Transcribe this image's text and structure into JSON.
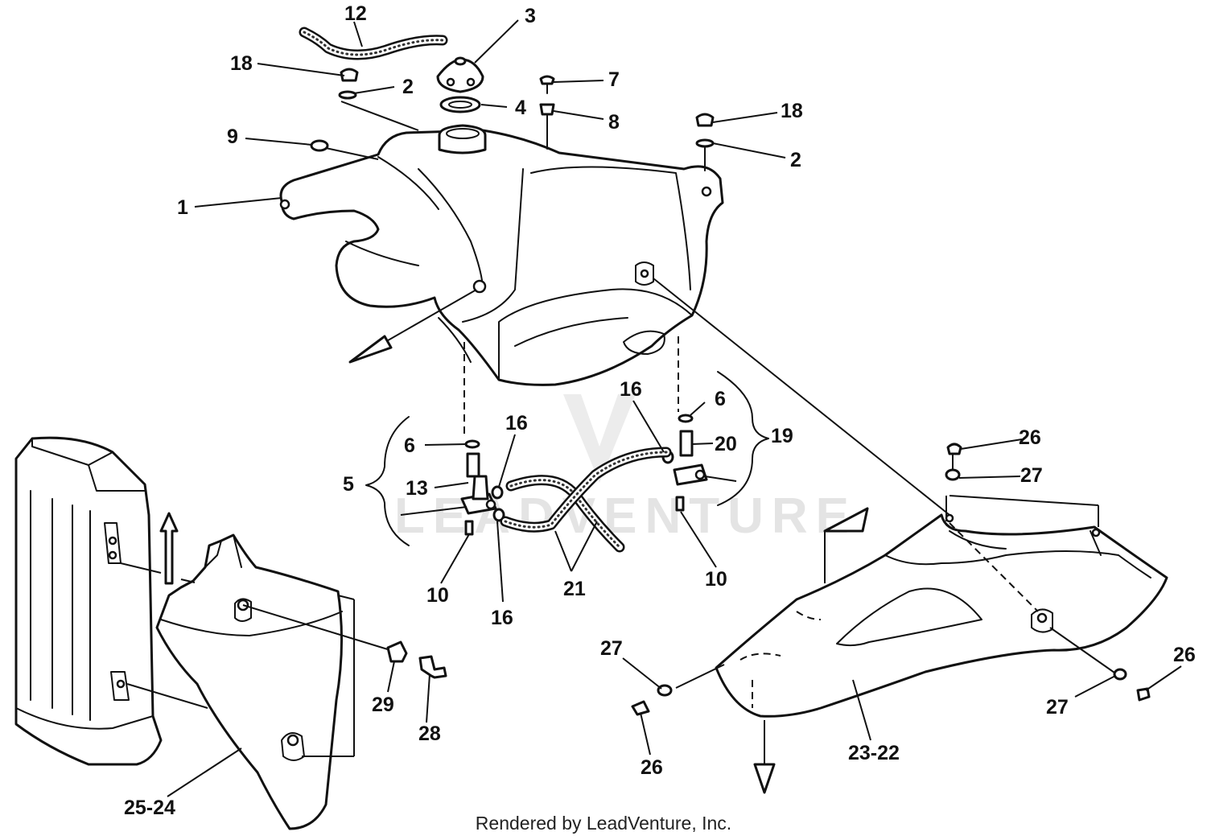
{
  "diagram": {
    "watermark": "LEADVENTURE",
    "footer": "Rendered by LeadVenture, Inc.",
    "callouts": {
      "c1": "1",
      "c2a": "2",
      "c2b": "2",
      "c3": "3",
      "c4": "4",
      "c5": "5",
      "c6a": "6",
      "c6b": "6",
      "c7": "7",
      "c8": "8",
      "c9": "9",
      "c10a": "10",
      "c10b": "10",
      "c12": "12",
      "c13": "13",
      "c16a": "16",
      "c16b": "16",
      "c16c": "16",
      "c18a": "18",
      "c18b": "18",
      "c19": "19",
      "c20": "20",
      "c21": "21",
      "c2322": "23-22",
      "c2524": "25-24",
      "c26a": "26",
      "c26b": "26",
      "c26c": "26",
      "c27a": "27",
      "c27b": "27",
      "c27c": "27",
      "c28": "28",
      "c29": "29"
    }
  }
}
